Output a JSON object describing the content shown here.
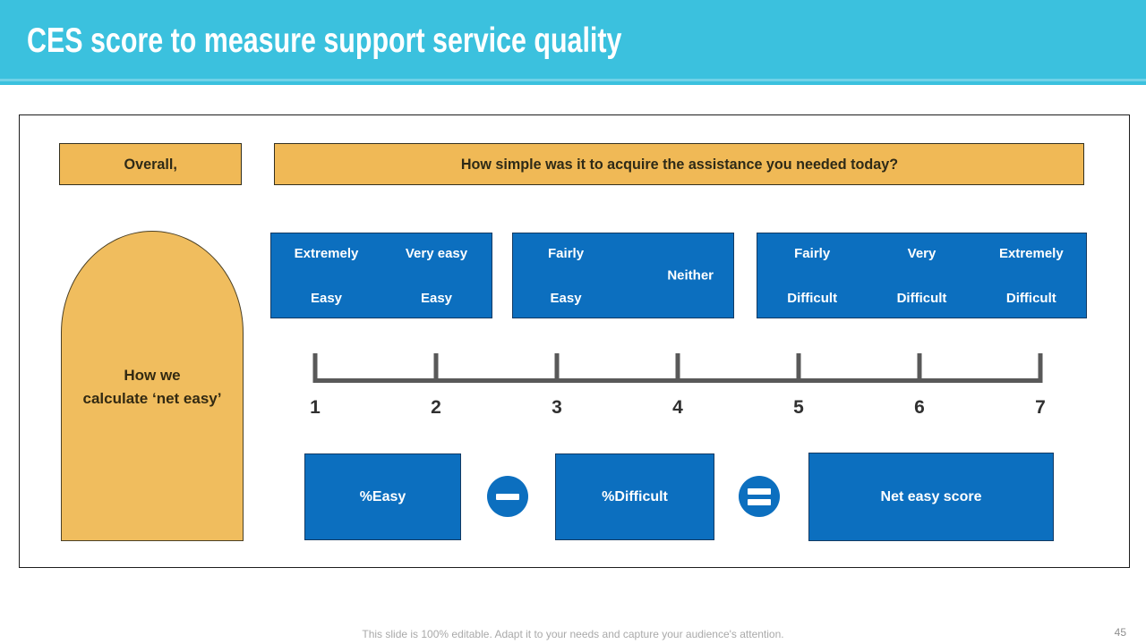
{
  "slide": {
    "title": "CES score to measure support service quality",
    "footer": "This slide is 100% editable. Adapt it to your needs and capture your audience's attention.",
    "page_number": "45"
  },
  "colors": {
    "header_bg": "#3bc1de",
    "accent_orange": "#f0b956",
    "accent_blue": "#0c6fbf",
    "scale_gray": "#595959"
  },
  "question": {
    "prefix": "Overall,",
    "text": "How simple was it to acquire the assistance you needed today?"
  },
  "arch": {
    "line1": "How we",
    "line2": "calculate ‘net easy’"
  },
  "answers": {
    "group1": {
      "col1_top": "Extremely",
      "col1_bottom": "Easy",
      "col2_top": "Very easy",
      "col2_bottom": "Easy"
    },
    "group2": {
      "col1_top": "Fairly",
      "col1_bottom": "Easy",
      "middle": "Neither"
    },
    "group3": {
      "col1_top": "Fairly",
      "col1_bottom": "Difficult",
      "col2_top": "Very",
      "col2_bottom": "Difficult",
      "col3_top": "Extremely",
      "col3_bottom": "Difficult"
    }
  },
  "scale": {
    "points": [
      "1",
      "2",
      "3",
      "4",
      "5",
      "6",
      "7"
    ]
  },
  "formula": {
    "easy_label": "%Easy",
    "minus_icon": "minus",
    "difficult_label": "%Difficult",
    "equals_icon": "equals",
    "result_label": "Net easy score"
  }
}
